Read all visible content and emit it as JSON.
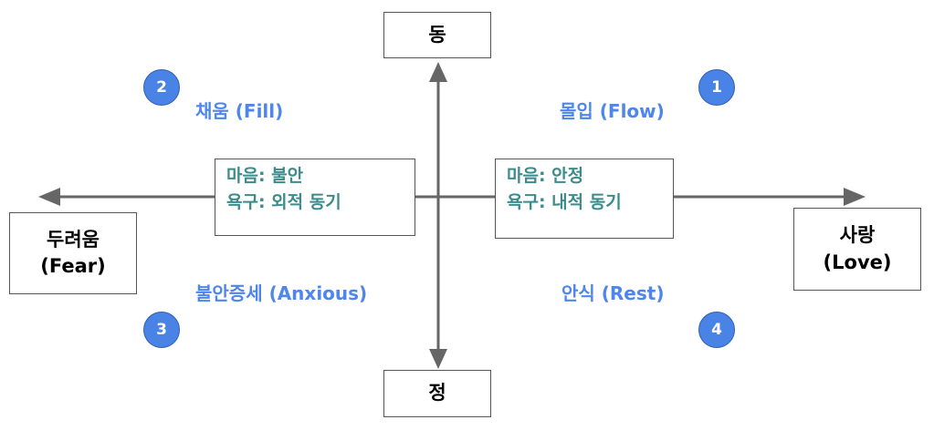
{
  "axes": {
    "top": "동",
    "bottom": "정",
    "left": [
      "두려움",
      "(Fear)"
    ],
    "right": [
      "사랑",
      "(Love)"
    ]
  },
  "mind_boxes": {
    "left": [
      "마음: 불안",
      "욕구: 외적 동기"
    ],
    "right": [
      "마음: 안정",
      "욕구: 내적 동기"
    ]
  },
  "quadrants": [
    {
      "number": "1",
      "label": "몰입 (Flow)"
    },
    {
      "number": "2",
      "label": "채움 (Fill)"
    },
    {
      "number": "3",
      "label": "불안증세 (Anxious)"
    },
    {
      "number": "4",
      "label": "안식 (Rest)"
    }
  ],
  "colors": {
    "line": "#666666",
    "label_blue": "#4f86ec",
    "badge_blue": "#4a83e6",
    "teal_text": "#3d8b8b"
  }
}
